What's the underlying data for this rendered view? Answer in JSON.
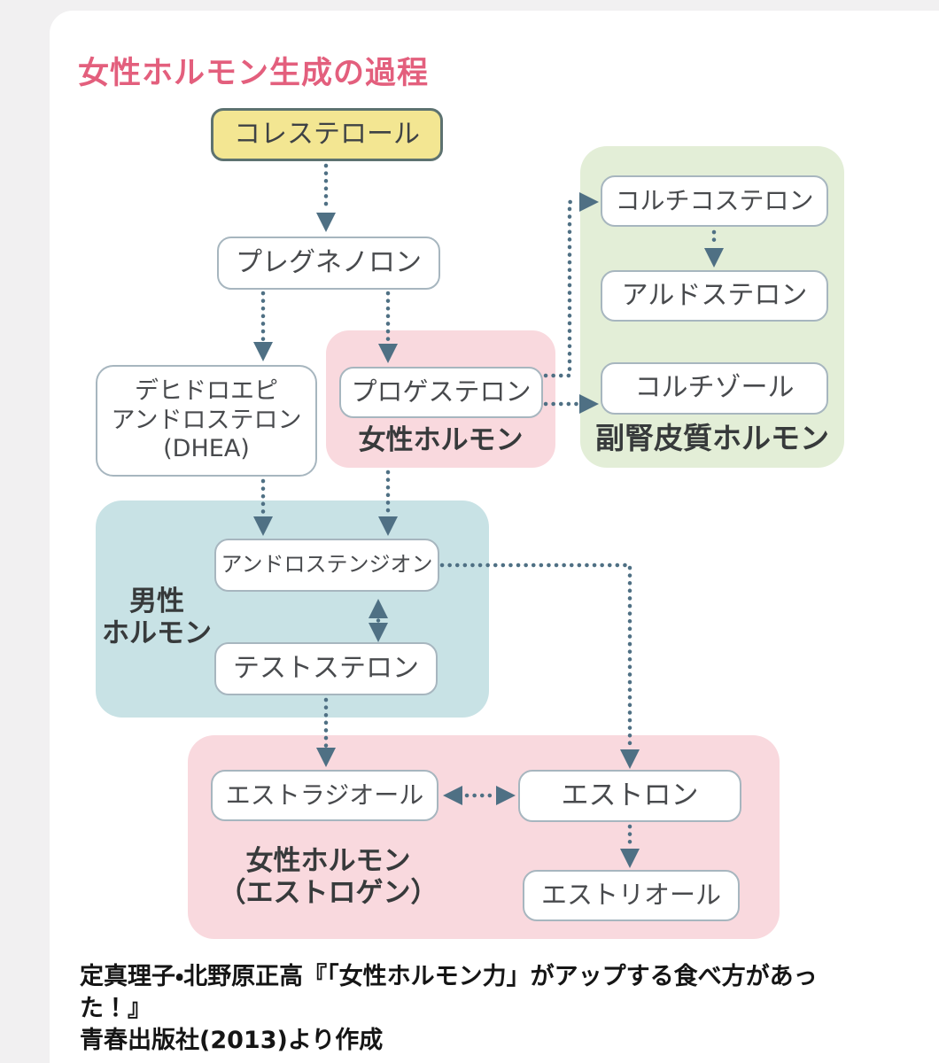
{
  "title": "女性ホルモン生成の過程",
  "nodes": {
    "cholesterol": {
      "label": "コレステロール"
    },
    "pregnenolone": {
      "label": "プレグネノロン"
    },
    "dhea": {
      "line1": "デヒドロエピ",
      "line2": "アンドロステロン",
      "line3": "(DHEA)"
    },
    "progesterone": {
      "label": "プロゲステロン"
    },
    "corticosterone": {
      "label": "コルチコステロン"
    },
    "aldosterone": {
      "label": "アルドステロン"
    },
    "cortisol": {
      "label": "コルチゾール"
    },
    "androstenedione": {
      "label": "アンドロステンジオン"
    },
    "testosterone": {
      "label": "テストステロン"
    },
    "estradiol": {
      "label": "エストラジオール"
    },
    "estrone": {
      "label": "エストロン"
    },
    "estriol": {
      "label": "エストリオール"
    }
  },
  "regions": {
    "female_hormone_upper": {
      "label": "女性ホルモン"
    },
    "adrenal_cortex": {
      "label": "副腎皮質ホルモン"
    },
    "male_hormone": {
      "line1": "男性",
      "line2": "ホルモン"
    },
    "female_hormone_lower": {
      "line1": "女性ホルモン",
      "line2": "（エストロゲン）"
    }
  },
  "caption": {
    "line1": "定真理子・北野原正高『「女性ホルモン力」がアップする食べ方があった！』",
    "line2": "青春出版社(2013)より作成"
  },
  "colors": {
    "title_pink": "#e35f7d",
    "female_region_pink": "#f9d9de",
    "adrenal_region_green": "#e3eed7",
    "male_region_teal": "#c8e2e5",
    "cholesterol_yellow": "#f3e692",
    "cholesterol_border": "#5d7270",
    "node_border": "#a7b6bf",
    "arrow": "#4f7084"
  }
}
